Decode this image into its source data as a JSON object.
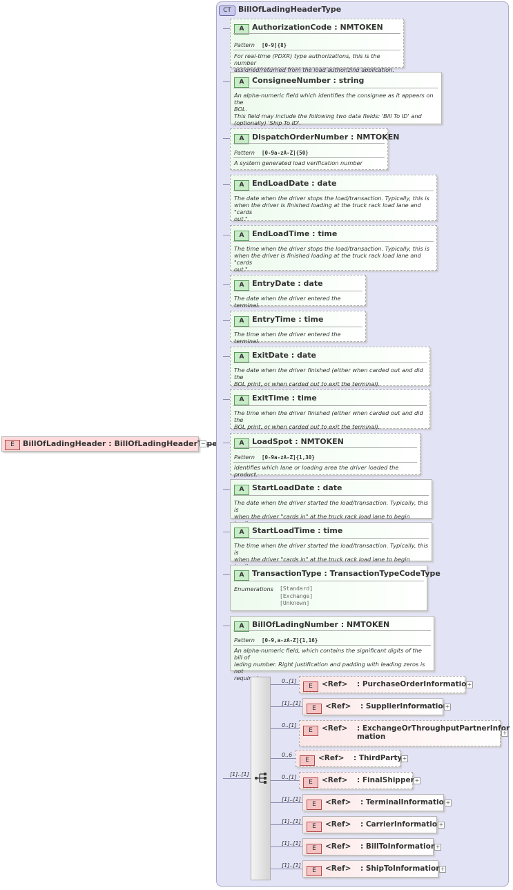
{
  "root": {
    "badge": "E",
    "name": "BillOfLadingHeader",
    "type": "BillOfLadingHeaderType",
    "collapse": "−"
  },
  "complex_type": {
    "badge": "CT",
    "name": "BillOfLadingHeaderType"
  },
  "pattern_label": "Pattern",
  "enumerations_label": "Enumerations",
  "attributes": [
    {
      "badge": "A",
      "name": "AuthorizationCode : NMTOKEN",
      "pattern": "[0-9]{8}",
      "doc": "For real-time (PDXR) type authorizations, this is the number\nassigned/returned from the load authorizing application."
    },
    {
      "badge": "A",
      "name": "ConsigneeNumber : string",
      "doc": "An alpha-numeric field which identifies the consignee as it appears on the\nBOL.\nThis field may include the following two data fields: 'Bill To ID' and\n(optionally) 'Ship To ID'."
    },
    {
      "badge": "A",
      "name": "DispatchOrderNumber : NMTOKEN",
      "pattern": "[0-9a-zA-Z]{50}",
      "doc": "A system generated load verification number"
    },
    {
      "badge": "A",
      "name": "EndLoadDate : date",
      "doc": "The date when the driver stops the load/transaction.  Typically, this is\nwhen the driver is finished loading at the truck rack load lane and \"cards\nout.\""
    },
    {
      "badge": "A",
      "name": "EndLoadTime : time",
      "doc": "The time when the driver stops the load/transaction.  Typically, this is\nwhen the driver is finished loading at the truck rack load lane and \"cards\nout.\""
    },
    {
      "badge": "A",
      "name": "EntryDate : date",
      "doc": "The date when the driver entered the terminal."
    },
    {
      "badge": "A",
      "name": "EntryTime : time",
      "doc": "The time when the driver entered the terminal."
    },
    {
      "badge": "A",
      "name": "ExitDate : date",
      "doc": "The date when the driver finished (either when carded out and did the\nBOL print, or when carded out to exit the terminal)."
    },
    {
      "badge": "A",
      "name": "ExitTime : time",
      "doc": "The time when the driver finished (either when carded out and did the\nBOL print, or when carded out to exit the terminal)."
    },
    {
      "badge": "A",
      "name": "LoadSpot : NMTOKEN",
      "pattern": "[0-9a-zA-Z]{1,30}",
      "doc": "Identifies which lane or loading area the driver loaded the product."
    },
    {
      "badge": "A",
      "name": "StartLoadDate : date",
      "doc": "The date when the driver started the load/transaction.  Typically, this is\nwhen the driver \"cards in\" at the truck rack load lane to begin loading."
    },
    {
      "badge": "A",
      "name": "StartLoadTime : time",
      "doc": "The time when the driver started the load/transaction.  Typically, this is\nwhen the driver \"cards in\" at the truck rack load lane to begin loading."
    },
    {
      "badge": "A",
      "name": "TransactionType : TransactionTypeCodeType",
      "enumerations": [
        "[Standard]",
        "[Exchange]",
        "[Unknown]"
      ]
    },
    {
      "badge": "A",
      "name": "BillOfLadingNumber : NMTOKEN",
      "pattern": "[0-9,a-zA-Z]{1,16}",
      "doc": "An alpha-numeric field, which contains the significant digits of the bill of\nlading number.  Right justification and padding with leading zeros is not\nrequired."
    }
  ],
  "sequence": {
    "cardinality": "[1]..[1]"
  },
  "elements": [
    {
      "card": "0..[1]",
      "badge": "E",
      "ref": "<Ref>",
      "name": ": PurchaseOrderInformation",
      "expand": "+"
    },
    {
      "card": "[1]..[1]",
      "badge": "E",
      "ref": "<Ref>",
      "name": ": SupplierInformation",
      "expand": "+"
    },
    {
      "card": "0..[1]",
      "badge": "E",
      "ref": "<Ref>",
      "name": ": ExchangeOrThroughputPartnerInfor\nmation",
      "expand": "+"
    },
    {
      "card": "0..6",
      "badge": "E",
      "ref": "<Ref>",
      "name": ": ThirdParty",
      "expand": "+"
    },
    {
      "card": "0..[1]",
      "badge": "E",
      "ref": "<Ref>",
      "name": ": FinalShipper",
      "expand": "+"
    },
    {
      "card": "[1]..[1]",
      "badge": "E",
      "ref": "<Ref>",
      "name": ": TerminalInformation",
      "expand": "+"
    },
    {
      "card": "[1]..[1]",
      "badge": "E",
      "ref": "<Ref>",
      "name": ": CarrierInformation",
      "expand": "+"
    },
    {
      "card": "[1]..[1]",
      "badge": "E",
      "ref": "<Ref>",
      "name": ": BillToInformation",
      "expand": "+"
    },
    {
      "card": "[1]..[1]",
      "badge": "E",
      "ref": "<Ref>",
      "name": ": ShipToInformation",
      "expand": "+"
    }
  ]
}
